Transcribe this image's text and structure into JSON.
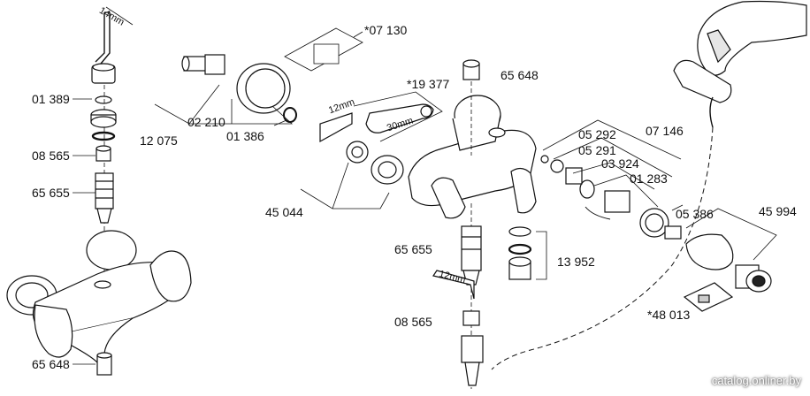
{
  "labels": {
    "l_14mm": "14mm",
    "l_01389": "01 389",
    "l_08565a": "08 565",
    "l_65655a": "65 655",
    "l_65648a": "65 648",
    "l_02210": "02 210",
    "l_12075": "12 075",
    "l_01386": "01 386",
    "l_07130": "*07 130",
    "l_19377": "*19 377",
    "l_12mm_a": "12mm",
    "l_30mm": "30mm",
    "l_45044": "45 044",
    "l_65648b": "65 648",
    "l_05292": "05 292",
    "l_05291": "05 291",
    "l_07146": "07 146",
    "l_03924": "03 924",
    "l_01283": "01 283",
    "l_05386": "05 386",
    "l_45994": "45 994",
    "l_65655b": "65 655",
    "l_13952": "13 952",
    "l_12mm_b": "12mm",
    "l_08565b": "08 565",
    "l_48013": "*48 013"
  },
  "watermark": "catalog.onliner.by",
  "colors": {
    "line": "#111111",
    "fill": "#ffffff",
    "shade": "#cfcfcf"
  }
}
